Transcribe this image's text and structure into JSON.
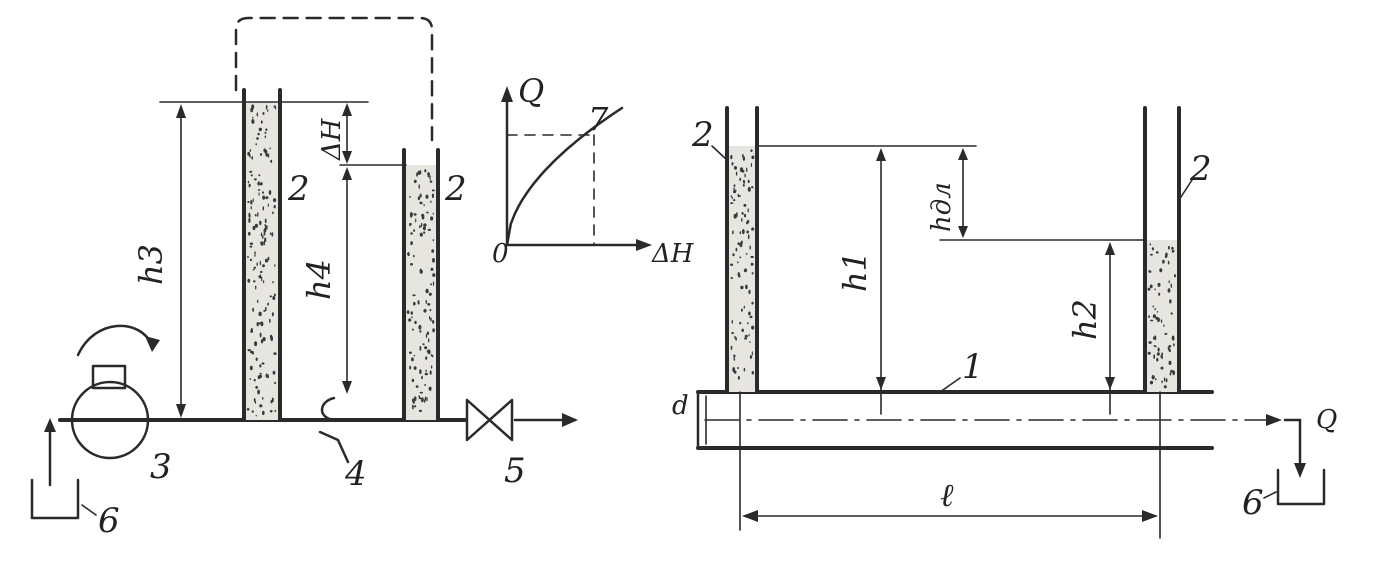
{
  "labels": {
    "left_scheme": {
      "pump": "3",
      "tube_left": "2",
      "tube_right": "2",
      "restriction": "4",
      "valve": "5",
      "drain": "6",
      "h3": "h3",
      "h4": "h4",
      "delta_h": "ΔH"
    },
    "graph": {
      "y_axis": "Q",
      "x_axis": "ΔH",
      "origin": "0",
      "curve": "7"
    },
    "right_scheme": {
      "tube_left": "2",
      "tube_right": "2",
      "pipe": "1",
      "h1": "h1",
      "h2": "h2",
      "h_loss": "hдл",
      "diameter": "d",
      "length": "ℓ",
      "flow": "Q",
      "drain": "6"
    }
  }
}
